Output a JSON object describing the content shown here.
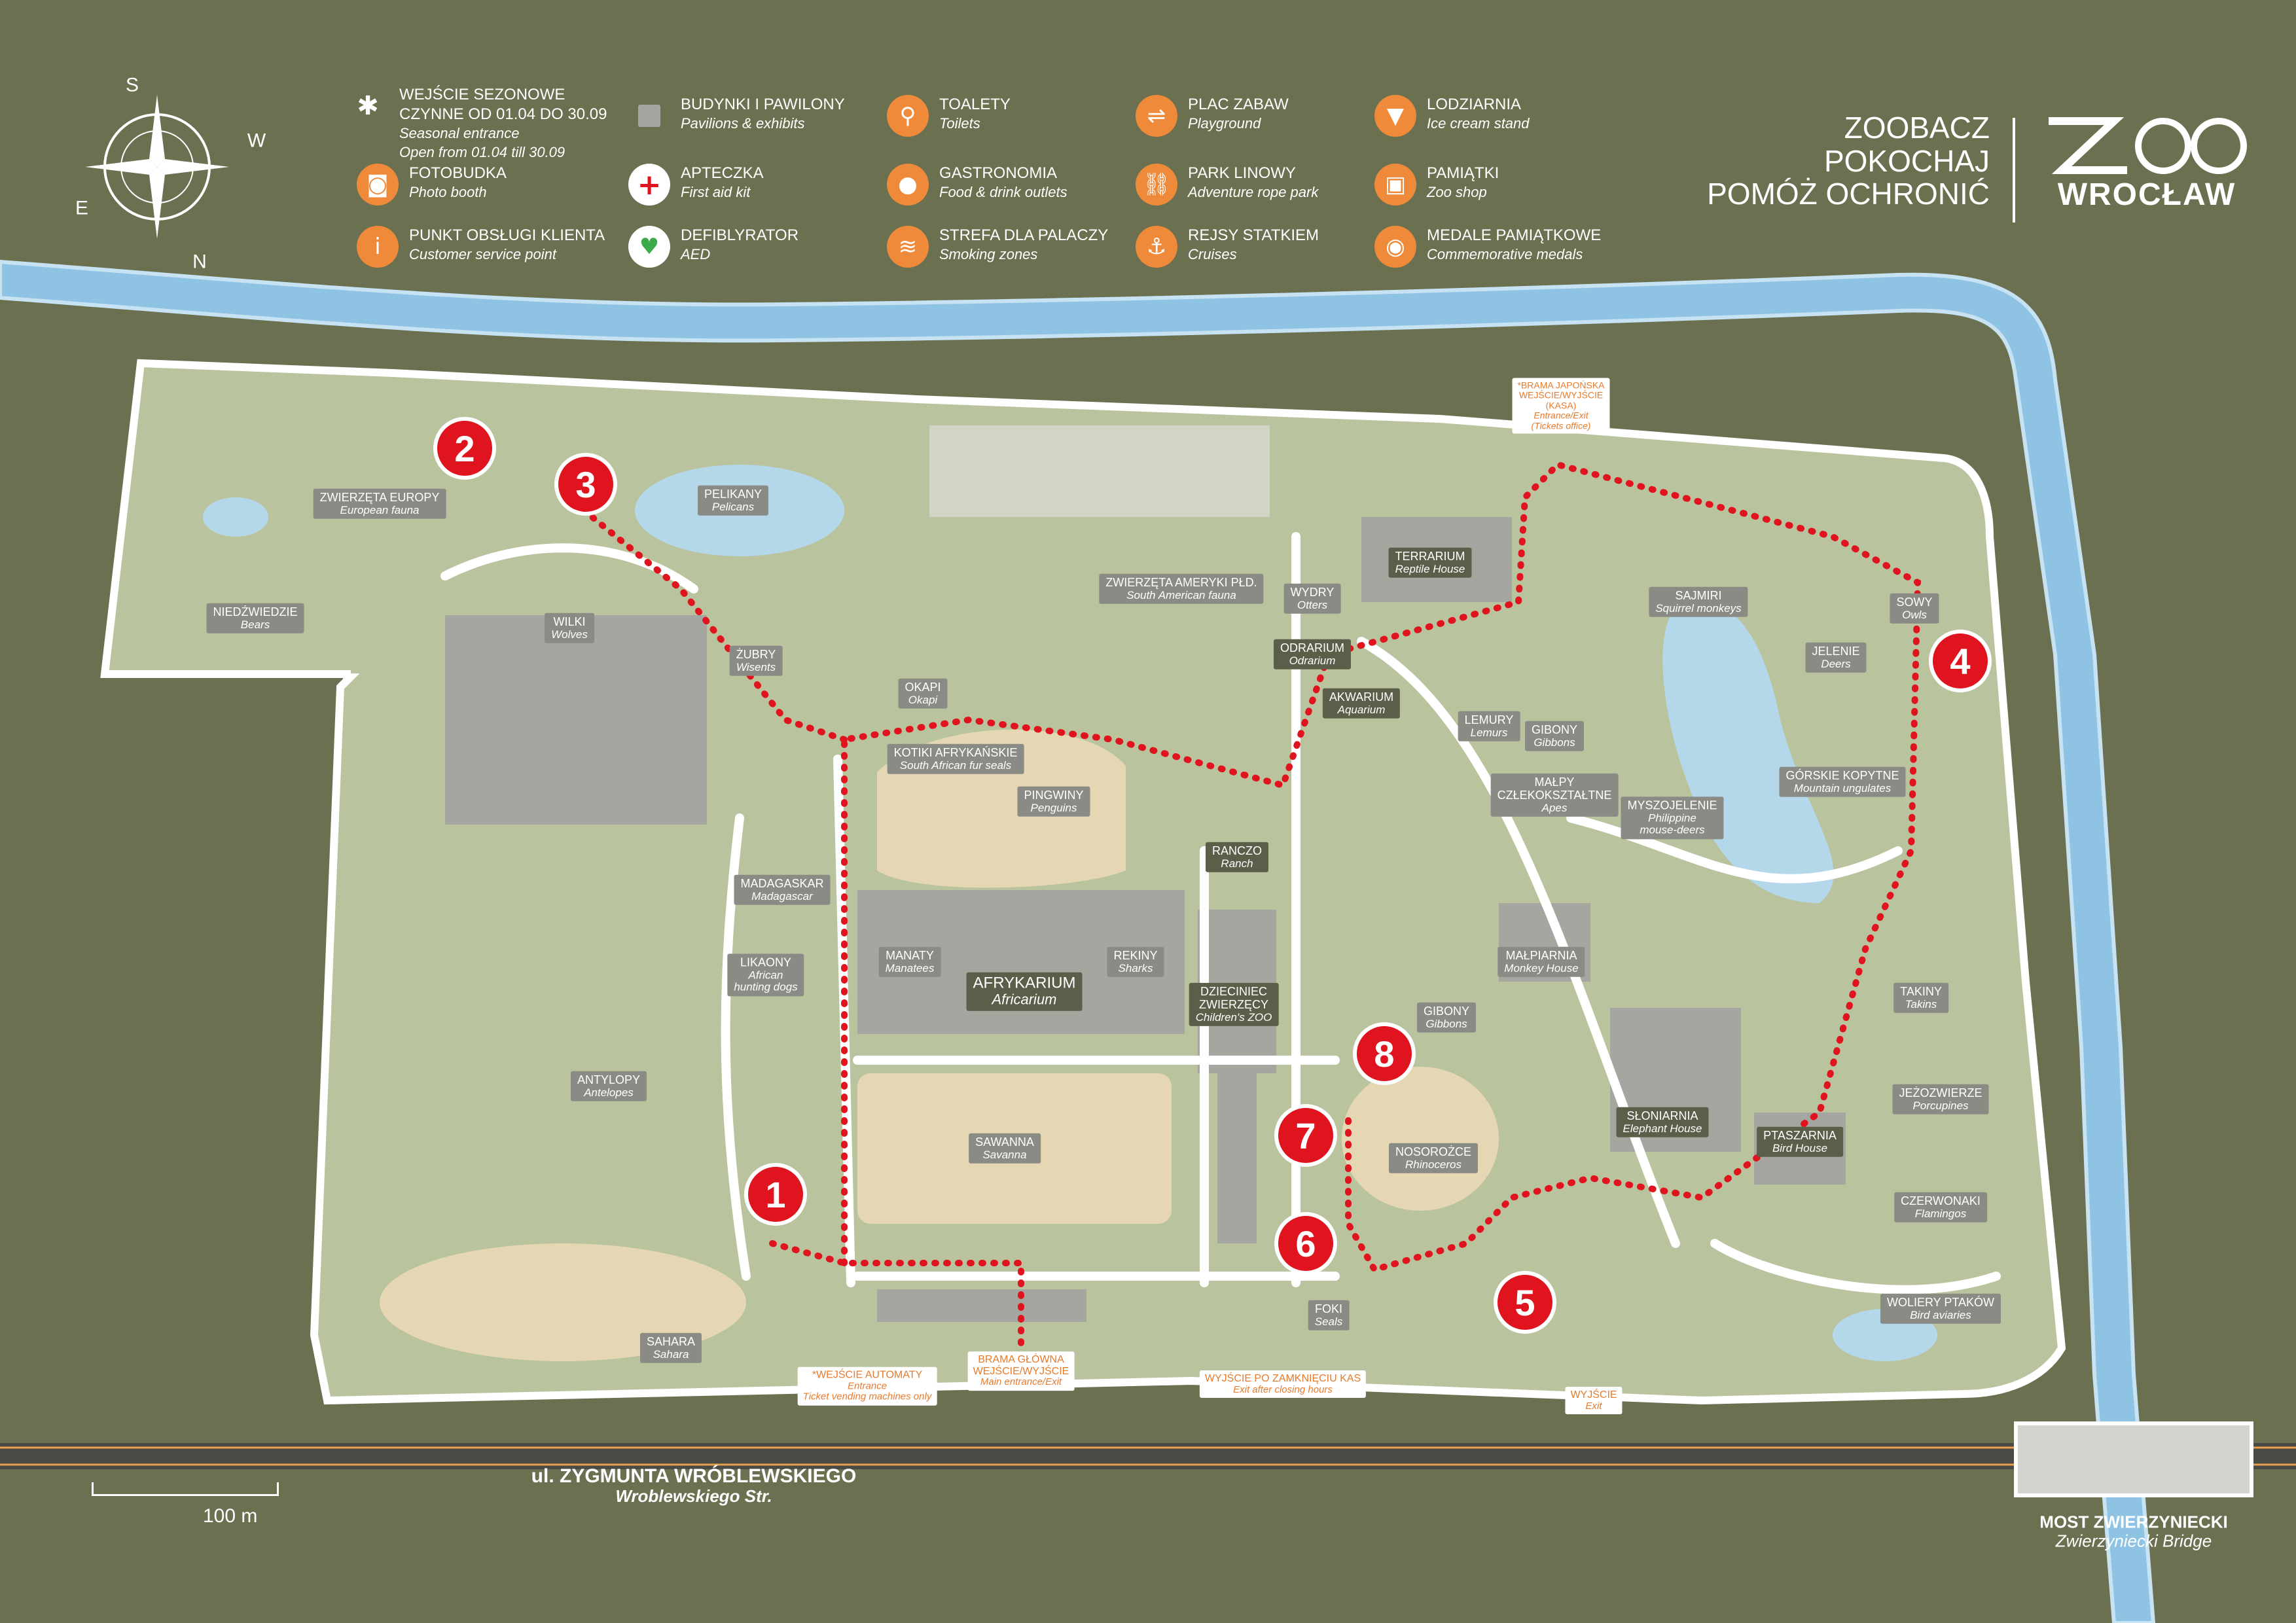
{
  "legend": [
    {
      "id": "seasonal",
      "icon": "asterisk-icon",
      "pl": "WEJŚCIE SEZONOWE",
      "pl2": "CZYNNE OD 01.04 DO 30.09",
      "en": "Seasonal entrance",
      "en2": "Open from 01.04 till 30.09"
    },
    {
      "id": "photo",
      "icon": "photo-booth-icon",
      "pl": "FOTOBUDKA",
      "en": "Photo booth"
    },
    {
      "id": "service",
      "icon": "info-icon",
      "pl": "PUNKT OBSŁUGI KLIENTA",
      "en": "Customer service point"
    },
    {
      "id": "buildings",
      "icon": "building-square-icon",
      "pl": "BUDYNKI I PAWILONY",
      "en": "Pavilions & exhibits"
    },
    {
      "id": "firstaid",
      "icon": "first-aid-cross-icon",
      "pl": "APTECZKA",
      "en": "First aid kit"
    },
    {
      "id": "aed",
      "icon": "aed-heart-icon",
      "pl": "DEFIBLYRATOR",
      "en": "AED"
    },
    {
      "id": "toilets",
      "icon": "toilets-icon",
      "pl": "TOALETY",
      "en": "Toilets"
    },
    {
      "id": "food",
      "icon": "food-plate-icon",
      "pl": "GASTRONOMIA",
      "en": "Food & drink outlets"
    },
    {
      "id": "smoking",
      "icon": "smoking-icon",
      "pl": "STREFA DLA PALACZY",
      "en": "Smoking zones"
    },
    {
      "id": "playground",
      "icon": "playground-icon",
      "pl": "PLAC ZABAW",
      "en": "Playground"
    },
    {
      "id": "rope",
      "icon": "rope-park-icon",
      "pl": "PARK LINOWY",
      "en": "Adventure rope park"
    },
    {
      "id": "cruise",
      "icon": "anchor-icon",
      "pl": "REJSY STATKIEM",
      "en": "Cruises"
    },
    {
      "id": "icecream",
      "icon": "ice-cream-icon",
      "pl": "LODZIARNIA",
      "en": "Ice cream stand"
    },
    {
      "id": "shop",
      "icon": "gift-icon",
      "pl": "PAMIĄTKI",
      "en": "Zoo shop"
    },
    {
      "id": "medals",
      "icon": "medal-press-icon",
      "pl": "MEDALE PAMIĄTKOWE",
      "en": "Commemorative medals"
    }
  ],
  "slogan": [
    "ZOOBACZ",
    "POKOCHAJ",
    "POMÓŻ OCHRONIĆ"
  ],
  "brand": "WROCŁAW",
  "compass": [
    "S",
    "W",
    "E",
    "N"
  ],
  "labels": [
    {
      "id": "europe",
      "pl": "ZWIERZĘTA EUROPY",
      "en": "European fauna"
    },
    {
      "id": "bears",
      "pl": "NIEDŹWIEDZIE",
      "en": "Bears"
    },
    {
      "id": "wolves",
      "pl": "WILKI",
      "en": "Wolves"
    },
    {
      "id": "pelicans",
      "pl": "PELIKANY",
      "en": "Pelicans"
    },
    {
      "id": "wisents",
      "pl": "ŻUBRY",
      "en": "Wisents"
    },
    {
      "id": "okapi",
      "pl": "OKAPI",
      "en": "Okapi"
    },
    {
      "id": "samerica",
      "pl": "ZWIERZĘTA AMERYKI PŁD.",
      "en": "South American fauna"
    },
    {
      "id": "sealsaf",
      "pl": "KOTIKI AFRYKAŃSKIE",
      "en": "South African fur seals"
    },
    {
      "id": "penguins",
      "pl": "PINGWINY",
      "en": "Penguins"
    },
    {
      "id": "madagascar",
      "pl": "MADAGASKAR",
      "en": "Madagascar"
    },
    {
      "id": "manatees",
      "pl": "MANATY",
      "en": "Manatees"
    },
    {
      "id": "afrykarium",
      "pl": "AFRYKARIUM",
      "en": "Africarium"
    },
    {
      "id": "sharks",
      "pl": "REKINY",
      "en": "Sharks"
    },
    {
      "id": "dogs",
      "pl": "LIKAONY",
      "en": "African",
      "en2": "hunting dogs"
    },
    {
      "id": "antelopes",
      "pl": "ANTYLOPY",
      "en": "Antelopes"
    },
    {
      "id": "savanna",
      "pl": "SAWANNA",
      "en": "Savanna"
    },
    {
      "id": "sahara",
      "pl": "SAHARA",
      "en": "Sahara"
    },
    {
      "id": "ranch",
      "pl": "RANCZO",
      "en": "Ranch"
    },
    {
      "id": "childzoo",
      "pl": "DZIECINIEC",
      "pl2": "ZWIERZĘCY",
      "en": "Children's ZOO"
    },
    {
      "id": "otters",
      "pl": "WYDRY",
      "en": "Otters"
    },
    {
      "id": "odrarium",
      "pl": "ODRARIUM",
      "en": "Odrarium"
    },
    {
      "id": "aquarium",
      "pl": "AKWARIUM",
      "en": "Aquarium"
    },
    {
      "id": "terrarium",
      "pl": "TERRARIUM",
      "en": "Reptile House"
    },
    {
      "id": "lemurs",
      "pl": "LEMURY",
      "en": "Lemurs"
    },
    {
      "id": "gibbons1",
      "pl": "GIBONY",
      "en": "Gibbons"
    },
    {
      "id": "apes",
      "pl": "MAŁPY",
      "pl2": "CZŁEKOKSZTAŁTNE",
      "en": "Apes"
    },
    {
      "id": "mousedeer",
      "pl": "MYSZOJELENIE",
      "en": "Philippine",
      "en2": "mouse-deers"
    },
    {
      "id": "sajmiri",
      "pl": "SAJMIRI",
      "en": "Squirrel monkeys"
    },
    {
      "id": "owls",
      "pl": "SOWY",
      "en": "Owls"
    },
    {
      "id": "deers",
      "pl": "JELENIE",
      "en": "Deers"
    },
    {
      "id": "ungulates",
      "pl": "GÓRSKIE KOPYTNE",
      "en": "Mountain ungulates"
    },
    {
      "id": "monkeyhouse",
      "pl": "MAŁPIARNIA",
      "en": "Monkey House"
    },
    {
      "id": "gibbons2",
      "pl": "GIBONY",
      "en": "Gibbons"
    },
    {
      "id": "takins",
      "pl": "TAKINY",
      "en": "Takins"
    },
    {
      "id": "elephants",
      "pl": "SŁONIARNIA",
      "en": "Elephant House"
    },
    {
      "id": "rhino",
      "pl": "NOSOROŻCE",
      "en": "Rhinoceros"
    },
    {
      "id": "birdhouse",
      "pl": "PTASZARNIA",
      "en": "Bird House"
    },
    {
      "id": "porcupines",
      "pl": "JEŻOZWIERZE",
      "en": "Porcupines"
    },
    {
      "id": "flamingos",
      "pl": "CZERWONAKI",
      "en": "Flamingos"
    },
    {
      "id": "aviaries",
      "pl": "WOLIERY PTAKÓW",
      "en": "Bird aviaries"
    },
    {
      "id": "sealsfoki",
      "pl": "FOKI",
      "en": "Seals"
    }
  ],
  "gates": [
    {
      "id": "japanese",
      "pl": "*BRAMA JAPOŃSKA",
      "pl2": "WEJŚCIE/WYJŚCIE",
      "pl3": "(KASA)",
      "en": "Entrance/Exit",
      "en2": "(Tickets office)"
    },
    {
      "id": "automat",
      "pl": "*WEJŚCIE AUTOMATY",
      "en": "Entrance",
      "en2": "Ticket vending machines only"
    },
    {
      "id": "main",
      "pl": "BRAMA GŁÓWNA",
      "pl2": "WEJŚCIE/WYJŚCIE",
      "en": "Main entrance/Exit"
    },
    {
      "id": "closing",
      "pl": "WYJŚCIE PO ZAMKNIĘCIU KAS",
      "en": "Exit after closing hours"
    },
    {
      "id": "exit",
      "pl": "WYJŚCIE",
      "en": "Exit"
    }
  ],
  "stops": [
    "1",
    "2",
    "3",
    "4",
    "5",
    "6",
    "7",
    "8"
  ],
  "street": {
    "pl": "ul. ZYGMUNTA WRÓBLEWSKIEGO",
    "en": "Wroblewskiego Str."
  },
  "bridge": {
    "pl": "MOST ZWIERZYNIECKI",
    "en": "Zwierzyniecki Bridge"
  },
  "scale": "100 m",
  "colors": {
    "background": "#6b7150",
    "park": "#b9c39d",
    "river": "#8fc3e3",
    "path": "#ffffff",
    "route": "#e0141e",
    "building": "#a6a6a1",
    "sand": "#e6d7b4",
    "water": "#b4d8ea",
    "accent": "#ef8a3a"
  }
}
